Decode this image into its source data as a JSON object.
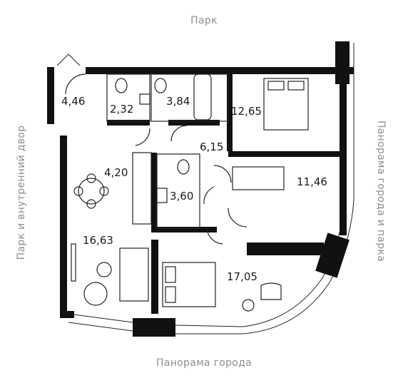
{
  "surroundings": {
    "top": "Парк",
    "bottom": "Панорама города",
    "left": "Парк и внутренний двор",
    "right": "Панорама города и парка"
  },
  "rooms": [
    {
      "id": "vestibule",
      "area": "4,46"
    },
    {
      "id": "bathroom-small",
      "area": "2,32"
    },
    {
      "id": "bathroom-main",
      "area": "3,84"
    },
    {
      "id": "bedroom-top",
      "area": "12,65"
    },
    {
      "id": "corridor",
      "area": "6,15"
    },
    {
      "id": "kitchen",
      "area": "4,20"
    },
    {
      "id": "bathroom-mid",
      "area": "3,60"
    },
    {
      "id": "bedroom-right",
      "area": "11,46"
    },
    {
      "id": "living-room",
      "area": "16,63"
    },
    {
      "id": "bedroom-bottom",
      "area": "17,05"
    }
  ],
  "colors": {
    "wall": "#111111",
    "line": "#222222",
    "label": "#8e8e8e"
  }
}
